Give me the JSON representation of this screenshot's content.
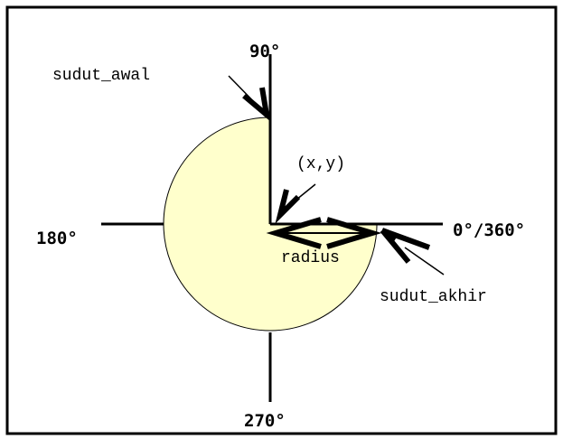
{
  "labels": {
    "angle_90": "90°",
    "angle_0_360": "0°/360°",
    "angle_180": "180°",
    "angle_270": "270°",
    "start_angle": "sudut_awal",
    "end_angle": "sudut_akhir",
    "center": "(x,y)",
    "radius": "radius"
  },
  "colors": {
    "sector_fill": "#ffffcc",
    "ink": "#000000",
    "frame": "#000000"
  }
}
